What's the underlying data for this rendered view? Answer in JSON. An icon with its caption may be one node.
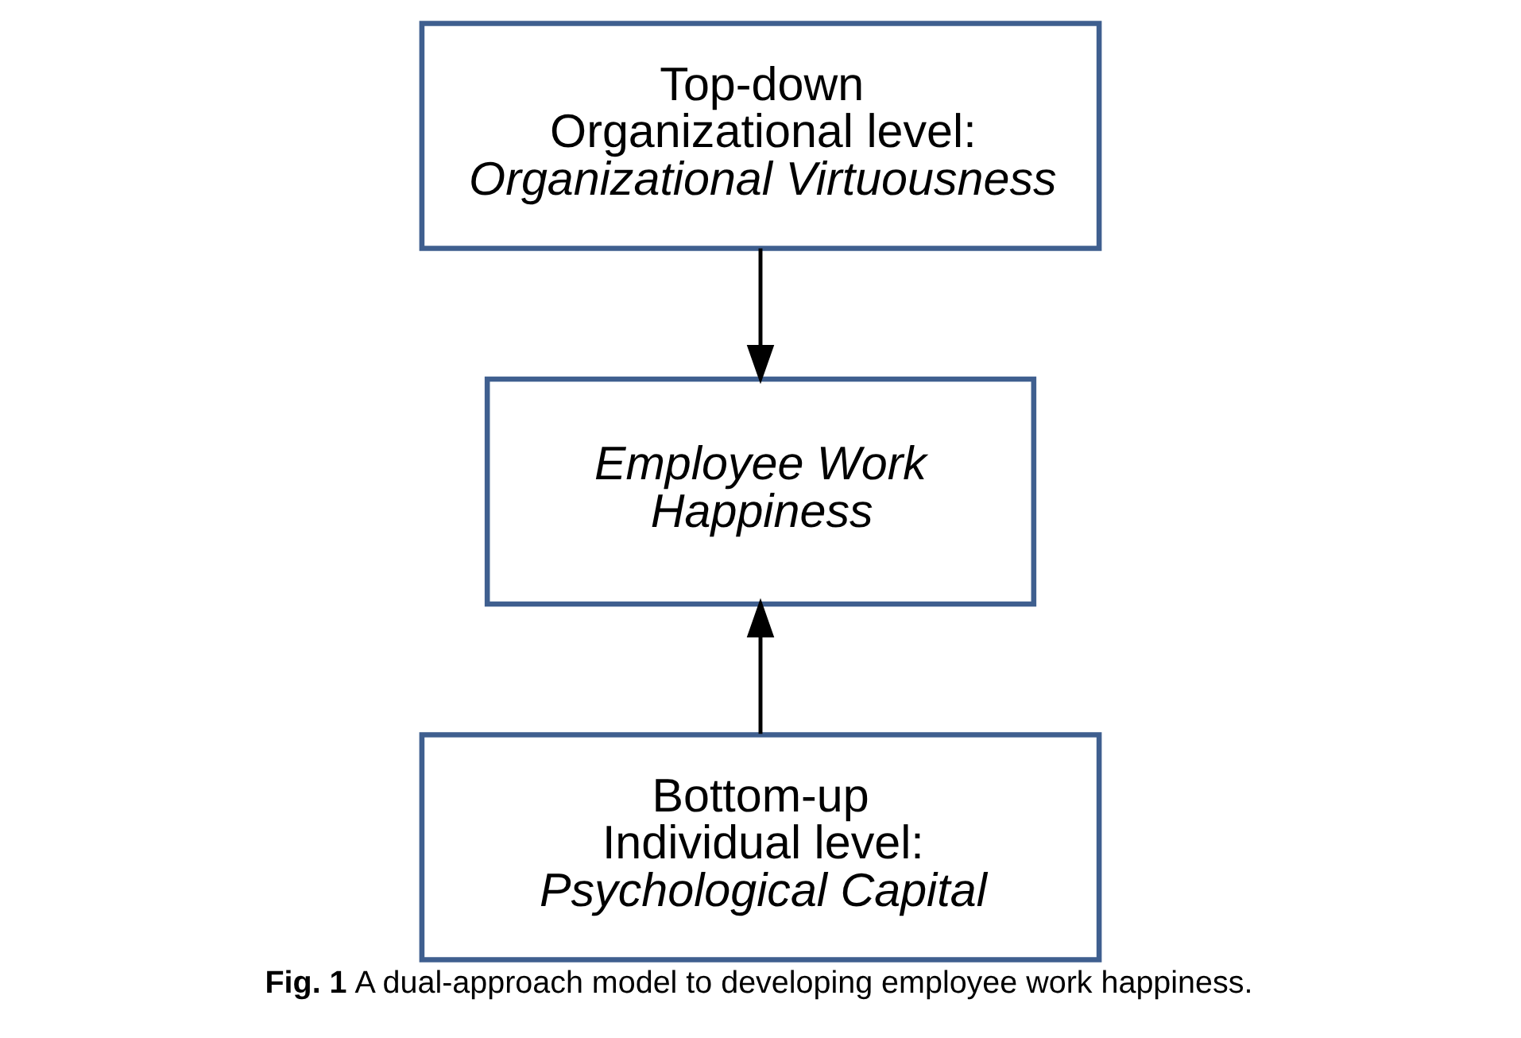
{
  "diagram": {
    "caption": "**Fig. 1** A dual-approach model to developing employee work happiness.",
    "nodes": [
      {
        "text": [
          "Top-down",
          "Organizational level:",
          "Organizational Virtuousness"
        ]
      },
      {
        "text": [
          "Employee Work Happiness"
        ]
      },
      {
        "text": [
          "Bottom-up",
          "Individual level:",
          "Psychological Capital"
        ]
      }
    ],
    "edges": [
      {
        "from": 0,
        "to": 1,
        "arrow": "to"
      },
      {
        "from": 2,
        "to": 1,
        "arrow": "to"
      }
    ]
  }
}
